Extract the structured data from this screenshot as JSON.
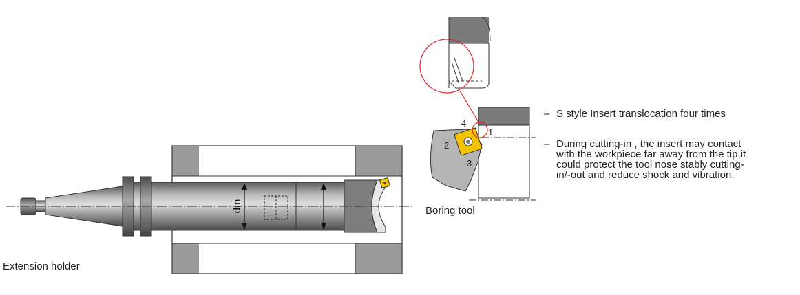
{
  "labels": {
    "extension_holder": "Extension holder",
    "boring_tool": "Boring tool",
    "dm": "dm"
  },
  "insert_positions": [
    "1",
    "2",
    "3",
    "4"
  ],
  "notes": [
    {
      "dash": "–",
      "lines": [
        "S style Insert translocation four times"
      ]
    },
    {
      "dash": "–",
      "lines": [
        "During cutting-in , the insert may contact",
        "with the workpiece far away from the tip,it",
        "could protect the tool nose stably cutting-",
        "in/-out and reduce shock and vibration."
      ]
    }
  ],
  "colors": {
    "steel_dark": "#555555",
    "steel_mid": "#8e8e8e",
    "steel_light": "#cfcfcf",
    "workpiece": "#9a9a9a",
    "insert": "#f2c200",
    "highlight": "#e0262c"
  }
}
